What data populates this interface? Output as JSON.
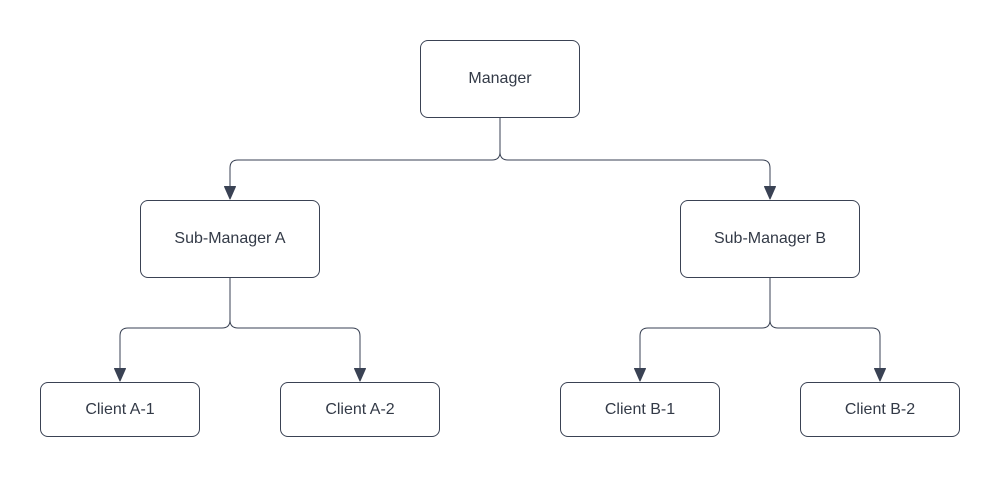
{
  "colors": {
    "stroke": "#3a4254",
    "node_fill": "#ffffff",
    "text": "#333a47",
    "background": "#ffffff"
  },
  "nodes": {
    "manager": {
      "label": "Manager"
    },
    "sub_manager_a": {
      "label": "Sub-Manager A"
    },
    "sub_manager_b": {
      "label": "Sub-Manager B"
    },
    "client_a1": {
      "label": "Client A-1"
    },
    "client_a2": {
      "label": "Client A-2"
    },
    "client_b1": {
      "label": "Client B-1"
    },
    "client_b2": {
      "label": "Client B-2"
    }
  },
  "edges": [
    {
      "from": "manager",
      "to": "sub_manager_a",
      "arrow": "down"
    },
    {
      "from": "manager",
      "to": "sub_manager_b",
      "arrow": "down"
    },
    {
      "from": "sub_manager_a",
      "to": "client_a1",
      "arrow": "down"
    },
    {
      "from": "sub_manager_a",
      "to": "client_a2",
      "arrow": "down"
    },
    {
      "from": "sub_manager_b",
      "to": "client_b1",
      "arrow": "down"
    },
    {
      "from": "sub_manager_b",
      "to": "client_b2",
      "arrow": "down"
    }
  ]
}
